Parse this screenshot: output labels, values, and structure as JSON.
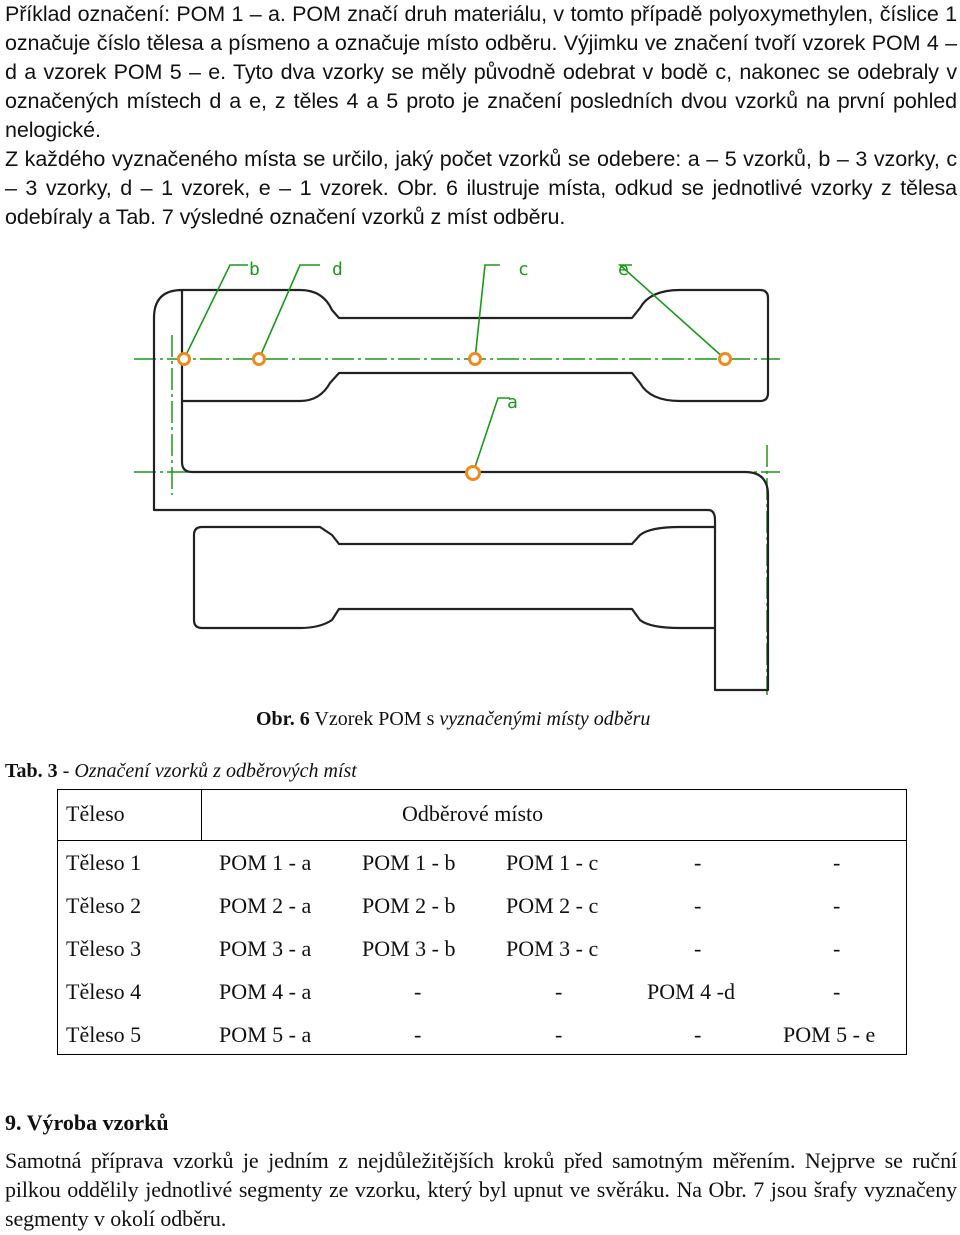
{
  "paragraph1": "Příklad označení: POM 1 – a. POM značí druh materiálu, v tomto případě polyoxymethylen, číslice 1 označuje číslo tělesa a písmeno a označuje místo odběru. Výjimku ve značení tvoří vzorek POM 4 – d a vzorek POM 5 – e. Tyto dva vzorky se měly původně odebrat v bodě c, nakonec se odebraly v označených místech d a e, z těles 4 a 5 proto je značení posledních dvou vzorků na první pohled nelogické.",
  "paragraph2": "Z každého vyznačeného místa se určilo, jaký počet vzorků se odebere: a – 5 vzorků, b – 3 vzorky, c – 3 vzorky, d – 1 vzorek, e – 1 vzorek. Obr. 6 ilustruje místa, odkud se jednotlivé vzorky z tělesa odebíraly a Tab. 7 výsledné označení vzorků z míst odběru.",
  "figure": {
    "labels": [
      "b",
      "d",
      "c",
      "e",
      "a"
    ],
    "line_color": "#222222",
    "axis_color": "#1a9a1a",
    "leader_color": "#1a9a1a",
    "point_color": "#f08a1c"
  },
  "figure_caption": {
    "label": "Obr.",
    "number": "6",
    "text_normal": "Vzorek POM s",
    "text_italic": "vyznačenými místy odběru"
  },
  "table_caption": {
    "label": "Tab.",
    "number": "3",
    "separator": "-",
    "text_italic": "Označení vzorků z odběrových míst"
  },
  "table": {
    "header_left": "Těleso",
    "header_right": "Odběrové místo",
    "rows": [
      [
        "Těleso 1",
        "POM 1 - a",
        "POM 1 - b",
        "POM 1 - c",
        "-",
        "-"
      ],
      [
        "Těleso 2",
        "POM 2 - a",
        "POM 2 - b",
        "POM 2 - c",
        "-",
        "-"
      ],
      [
        "Těleso 3",
        "POM 3 - a",
        "POM 3 - b",
        "POM 3 - c",
        "-",
        "-"
      ],
      [
        "Těleso 4",
        "POM 4 - a",
        "-",
        "-",
        "POM 4 -d",
        "-"
      ],
      [
        "Těleso 5",
        "POM 5 - a",
        "-",
        "-",
        "-",
        "POM 5 - e"
      ]
    ]
  },
  "section": {
    "title": "9. Výroba vzorků",
    "text": "Samotná příprava vzorků je jedním z nejdůležitějších kroků před samotným měřením. Nejprve se ruční pilkou oddělily jednotlivé segmenty ze vzorku, který byl upnut ve svěráku. Na Obr. 7 jsou šrafy vyznačeny segmenty v okolí odběru."
  }
}
